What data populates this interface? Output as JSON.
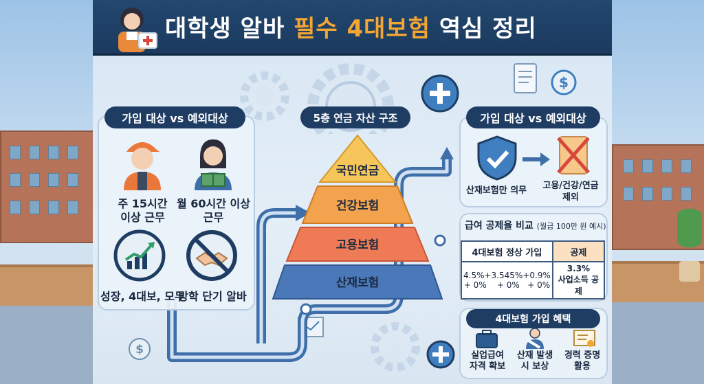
{
  "title": {
    "part1": "대학생 알바",
    "highlight": "필수 4대보험",
    "part2": "역심 정리"
  },
  "left_panel": {
    "header": "가입 대상 vs 예외대상",
    "items": [
      {
        "label_line1": "주 15시간",
        "label_line2": "이상 근무"
      },
      {
        "label_line1": "월 60시간 이상",
        "label_line2": "근무"
      },
      {
        "label_line1": "성장, 4대보, 모두",
        "label_line2": ""
      },
      {
        "label_line1": "방학 단기 알바",
        "label_line2": ""
      }
    ]
  },
  "center_panel": {
    "header": "5층 연금 자산 구조",
    "tiers": [
      "국민연금",
      "건강보험",
      "고용보험",
      "산재보험"
    ],
    "tier_colors": [
      "#f6c65a",
      "#f3a24d",
      "#ee7b55",
      "#4a78b8"
    ]
  },
  "right_top_panel": {
    "header": "가입 대상 vs 예외대상",
    "left_caption": "산재보험만 의무",
    "right_caption_line1": "고용/건강/연금",
    "right_caption_line2": "제외"
  },
  "comparison": {
    "title": "급여 공제율 비교",
    "title_note": "(월급 100만 원 예시)",
    "header_left": "4대보험 정상 가입",
    "header_right": "공제",
    "cell_left_line1": "4.5%+3.545%+0.9%",
    "cell_left_line2": "+ 0%    + 0%   + 0%",
    "cell_right_line1": "3.3%",
    "cell_right_line2": "사업소득 공제"
  },
  "benefits": {
    "header": "4대보험 가입 혜택",
    "items": [
      {
        "line1": "실업급여",
        "line2": "자격 확보"
      },
      {
        "line1": "산재 발생",
        "line2": "시 보상"
      },
      {
        "line1": "경력 증명",
        "line2": "활용"
      }
    ]
  },
  "colors": {
    "navy": "#1f3d63",
    "accent_orange": "#f3a634",
    "shield_blue": "#3f7fc0",
    "check_green": "#2f9e6a",
    "cross_red": "#d9473b"
  }
}
